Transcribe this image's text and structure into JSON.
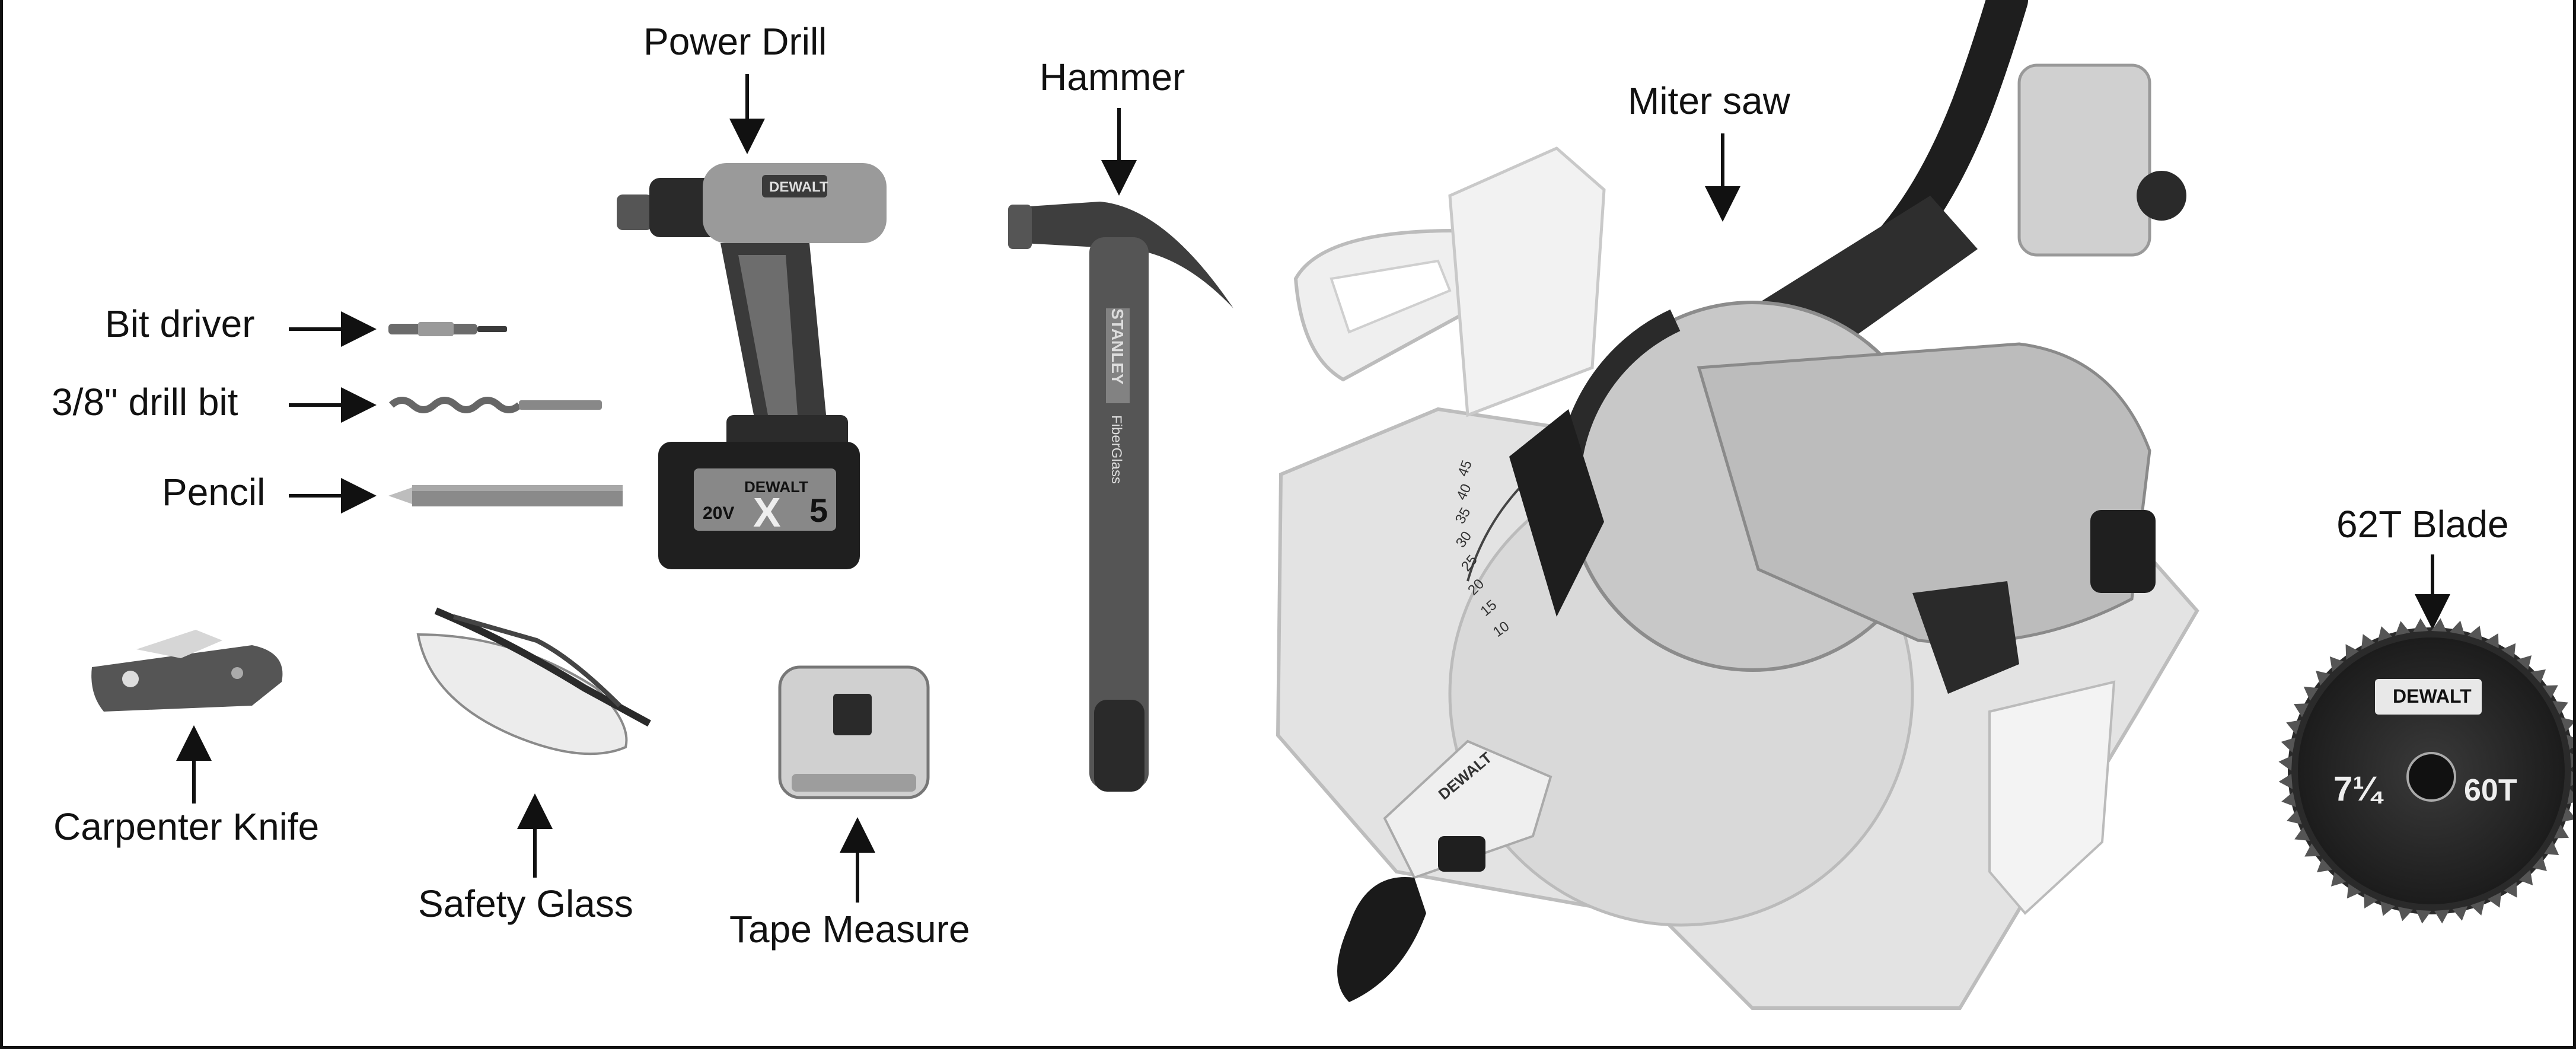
{
  "labels": {
    "power_drill": "Power Drill",
    "hammer": "Hammer",
    "miter_saw": "Miter saw",
    "bit_driver": "Bit driver",
    "drill_bit": "3/8\" drill bit",
    "pencil": "Pencil",
    "blade": "62T Blade",
    "knife": "Carpenter Knife",
    "glasses": "Safety Glass",
    "tape": "Tape Measure"
  },
  "product_text": {
    "drill_brand": "DEWALT",
    "battery_brand": "DEWALT",
    "battery_voltage": "20V",
    "battery_x": "X",
    "battery_capacity": "5",
    "hammer_brand": "STANLEY",
    "hammer_line": "FiberGlass",
    "saw_brand": "DEWALT",
    "blade_brand": "DEWALT",
    "blade_size": "7¼",
    "blade_teeth": "60T",
    "miter_scale": [
      "45",
      "40",
      "35",
      "30",
      "25",
      "20",
      "15",
      "10"
    ]
  },
  "colors": {
    "ink": "#111111",
    "tool_dark": "#2a2a2a",
    "tool_mid": "#6b6b6b",
    "tool_light": "#d8d8d8",
    "saw_body": "#e3e3e3"
  }
}
